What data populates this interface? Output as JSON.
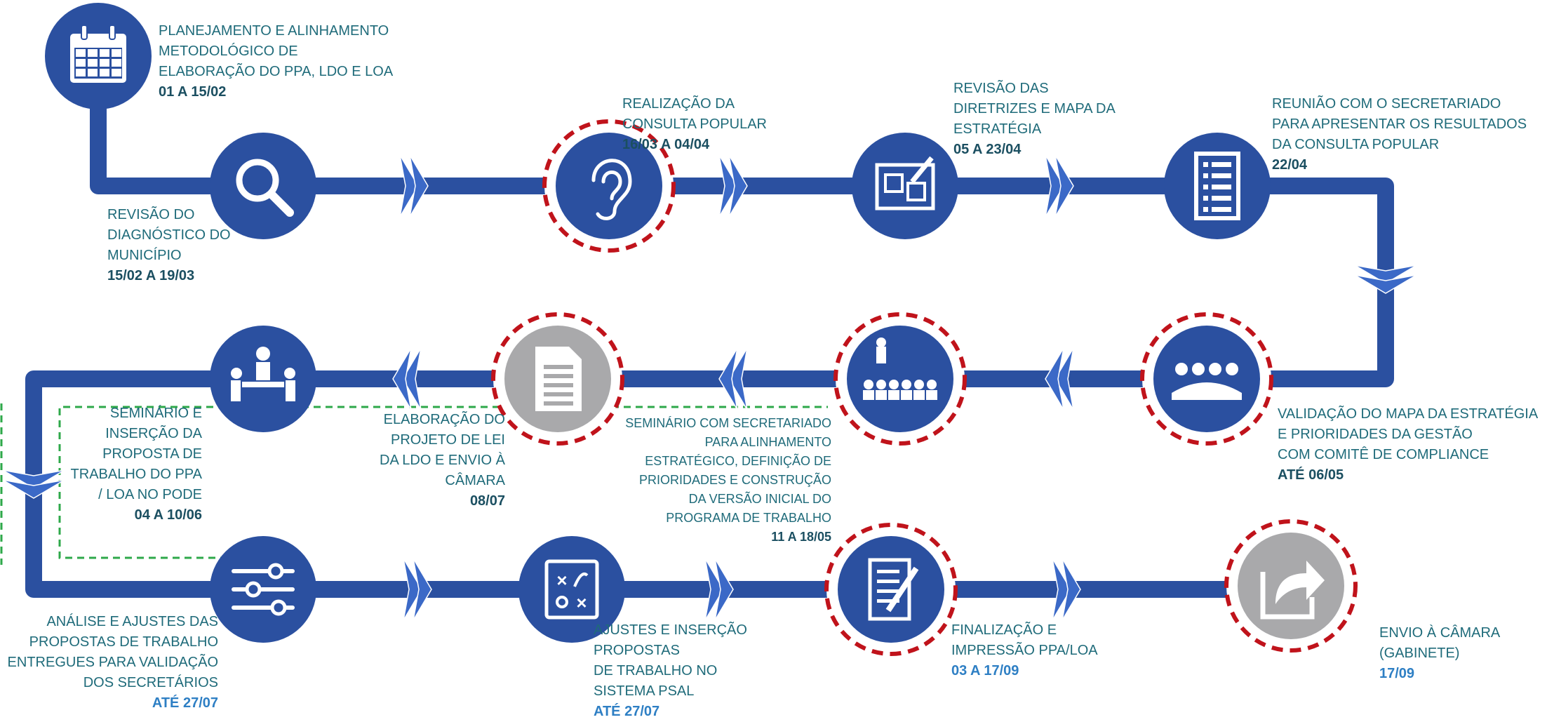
{
  "colors": {
    "track": "#2b50a0",
    "node": "#2b50a0",
    "node_gray": "#a9a9ab",
    "highlight_ring": "#c0131b",
    "arrow": "#3b69c7",
    "dashed_path": "#2ea84a",
    "label_text": "#1f6b7a",
    "date_dark": "#1b4f61",
    "date_blue": "#2e7fc4"
  },
  "steps": [
    {
      "id": "s1",
      "icon": "calendar-icon",
      "highlight": false,
      "gray": false,
      "lines": [
        "PLANEJAMENTO E ALINHAMENTO",
        "METODOLÓGICO DE",
        "ELABORAÇÃO DO PPA, LDO E LOA"
      ],
      "date": "01 a 15/02"
    },
    {
      "id": "s2",
      "icon": "magnifier-icon",
      "highlight": false,
      "gray": false,
      "lines": [
        "REVISÃO DO",
        "DIAGNÓSTICO DO",
        "MUNICÍPIO"
      ],
      "date": "15/02 a 19/03"
    },
    {
      "id": "s3",
      "icon": "ear-icon",
      "highlight": true,
      "gray": false,
      "lines": [
        "REALIZAÇÃO DA",
        "CONSULTA POPULAR"
      ],
      "date": "16/03 a 04/04"
    },
    {
      "id": "s4",
      "icon": "blueprint-icon",
      "highlight": false,
      "gray": false,
      "lines": [
        "REVISÃO DAS",
        "DIRETRIZES E MAPA DA",
        "ESTRATÉGIA"
      ],
      "date": "05 a 23/04"
    },
    {
      "id": "s5",
      "icon": "checklist-icon",
      "highlight": false,
      "gray": false,
      "lines": [
        "REUNIÃO COM O SECRETARIADO",
        "PARA APRESENTAR OS RESULTADOS",
        "DA CONSULTA POPULAR"
      ],
      "date": "22/04"
    },
    {
      "id": "s6",
      "icon": "team-meeting-icon",
      "highlight": true,
      "gray": false,
      "lines": [
        "VALIDAÇÃO DO MAPA DA ESTRATÉGIA",
        "E PRIORIDADES DA GESTÃO",
        "COM COMITÊ DE COMPLIANCE"
      ],
      "date": "ATÉ 06/05"
    },
    {
      "id": "s7",
      "icon": "seminar-icon",
      "highlight": true,
      "gray": false,
      "lines": [
        "SEMINÁRIO COM SECRETARIADO",
        "PARA ALINHAMENTO",
        "ESTRATÉGICO, DEFINIÇÃO DE",
        "PRIORIDADES E CONSTRUÇÃO",
        "DA VERSÃO INICIAL DO",
        "PROGRAMA DE TRABALHO"
      ],
      "date": "11 a 18/05"
    },
    {
      "id": "s8",
      "icon": "document-icon",
      "highlight": true,
      "gray": true,
      "lines": [
        "ELABORAÇÃO DO",
        "PROJETO DE LEI",
        "DA LDO E ENVIO À",
        "CÂMARA"
      ],
      "date": "08/07"
    },
    {
      "id": "s9",
      "icon": "workgroup-icon",
      "highlight": false,
      "gray": false,
      "lines": [
        "SEMINÁRIO E",
        "INSERÇÃO DA",
        "PROPOSTA DE",
        "TRABALHO  DO PPA",
        "/ LOA NO PODE"
      ],
      "date": "04 a 10/06"
    },
    {
      "id": "s10",
      "icon": "sliders-icon",
      "highlight": false,
      "gray": false,
      "lines": [
        "ANÁLISE E AJUSTES DAS",
        "PROPOSTAS DE TRABALHO",
        "ENTREGUES PARA VALIDAÇÃO",
        "DOS SECRETÁRIOS"
      ],
      "date": "ATÉ 27/07"
    },
    {
      "id": "s11",
      "icon": "strategy-board-icon",
      "highlight": false,
      "gray": false,
      "lines": [
        "AJUSTES E INSERÇÃO",
        "PROPOSTAS",
        "DE TRABALHO NO",
        "SISTEMA PSAL"
      ],
      "date": "ATÉ 27/07"
    },
    {
      "id": "s12",
      "icon": "sign-document-icon",
      "highlight": true,
      "gray": false,
      "lines": [
        "FINALIZAÇÃO  E",
        "IMPRESSÃO PPA/LOA"
      ],
      "date": "03 a 17/09"
    },
    {
      "id": "s13",
      "icon": "share-icon",
      "highlight": true,
      "gray": true,
      "lines": [
        "ENVIO À CÂMARA",
        "(GABINETE)"
      ],
      "date": "17/09"
    }
  ]
}
